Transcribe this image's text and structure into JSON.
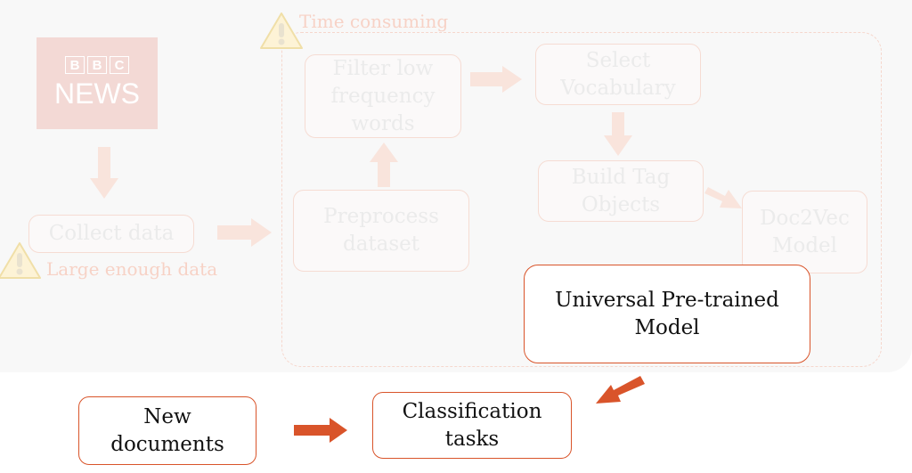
{
  "logo": {
    "bbc_letters": [
      "B",
      "B",
      "C"
    ],
    "news_text": "NEWS"
  },
  "warnings": {
    "top": "Time consuming",
    "left": "Large enough data"
  },
  "faded_steps": {
    "collect": "Collect data",
    "filter": "Filter low\nfrequency\nwords",
    "select": "Select\nVocabulary",
    "preprocess": "Preprocess\ndataset",
    "build_tag": "Build Tag\nObjects",
    "doc2vec": "Doc2Vec\nModel"
  },
  "active_steps": {
    "pretrained": "Universal Pre-trained\nModel",
    "new_docs": "New\ndocuments",
    "classification": "Classification\ntasks"
  },
  "colors": {
    "accent": "#d9542a",
    "faded_arrow": "#f9e4dc",
    "faded_border": "#f6dcd3",
    "warning_fill": "#fdf3d6"
  }
}
